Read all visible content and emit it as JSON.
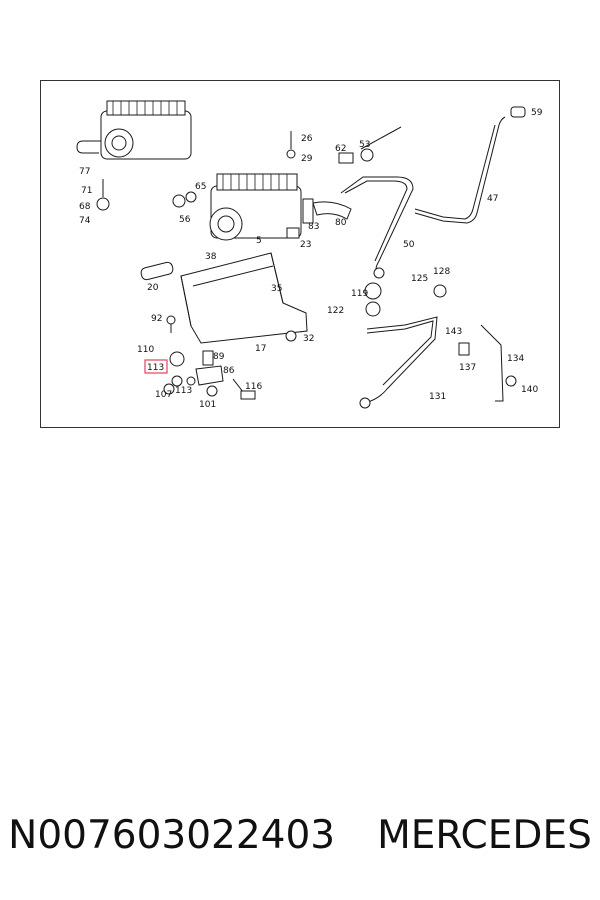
{
  "diagram": {
    "highlighted_part": "113",
    "highlight_color": "#e0445a",
    "callouts": [
      "77",
      "71",
      "68",
      "74",
      "26",
      "29",
      "62",
      "53",
      "59",
      "65",
      "56",
      "47",
      "83",
      "80",
      "5",
      "23",
      "50",
      "38",
      "20",
      "35",
      "125",
      "128",
      "119",
      "92",
      "122",
      "17",
      "32",
      "143",
      "110",
      "113",
      "89",
      "86",
      "134",
      "137",
      "107",
      "113",
      "101",
      "116",
      "140",
      "131"
    ]
  },
  "footer": {
    "part_number": "N007603022403",
    "brand": "MERCEDES"
  }
}
